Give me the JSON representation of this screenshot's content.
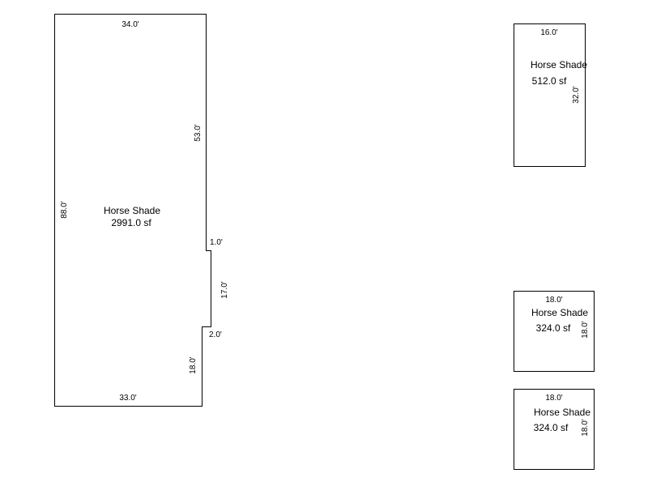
{
  "shapes": [
    {
      "label": "Horse Shade",
      "area": "2991.0 sf",
      "dims": {
        "top": "34.0'",
        "right_upper": "53.0'",
        "step_upper": "1.0'",
        "right_middle": "17.0'",
        "step_lower": "2.0'",
        "right_lower": "18.0'",
        "bottom": "33.0'",
        "left": "88.0'"
      }
    },
    {
      "label": "Horse Shade",
      "area": "512.0 sf",
      "dims": {
        "top": "16.0'",
        "right": "32.0'"
      }
    },
    {
      "label": "Horse Shade",
      "area": "324.0 sf",
      "dims": {
        "top": "18.0'",
        "right": "18.0'"
      }
    },
    {
      "label": "Horse Shade",
      "area": "324.0 sf",
      "dims": {
        "top": "18.0'",
        "right": "18.0'"
      }
    }
  ]
}
